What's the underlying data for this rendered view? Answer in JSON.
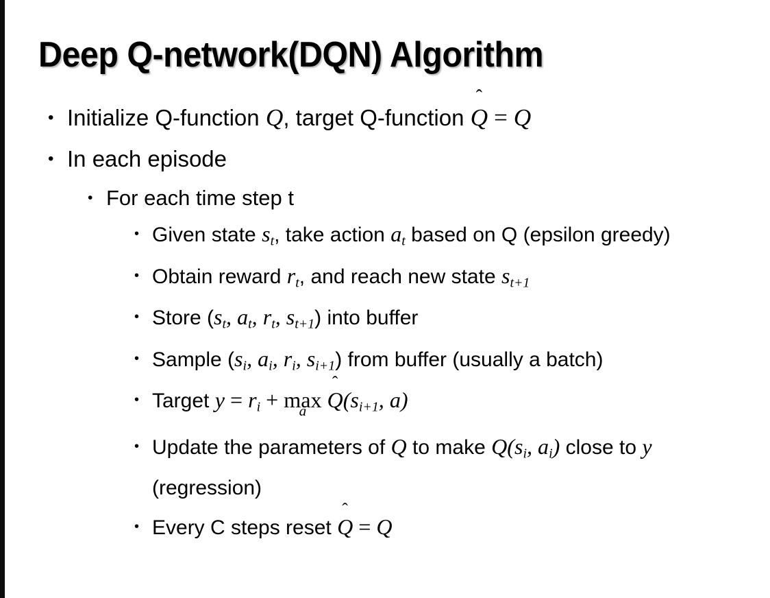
{
  "slide": {
    "title": "Deep Q-network(DQN) Algorithm",
    "background_color": "#ffffff",
    "text_color": "#000000",
    "edge_band_color": "#0d0d0d"
  },
  "bullet_markers": {
    "level1": "•",
    "level2": "•",
    "level3": "•"
  },
  "content": {
    "initialize": {
      "text_before": "Initialize Q-function ",
      "q_symbol": "Q",
      "text_middle": ", target Q-function ",
      "q_hat_symbol": "Q",
      "hat_glyph": "̂",
      "equals": "=",
      "q_symbol_2": "Q"
    },
    "in_each_episode": "In each episode",
    "for_each_time_step": "For each time step t",
    "given_state": {
      "part1": "Given state ",
      "s_var": "s",
      "s_sub": "t",
      "part2": ", take action ",
      "a_var": "a",
      "a_sub": "t",
      "part3": " based on Q (epsilon greedy)"
    },
    "obtain_reward": {
      "part1": "Obtain reward ",
      "r_var": "r",
      "r_sub": "t",
      "part2": ", and reach new state ",
      "s_var": "s",
      "s_sub": "t+1"
    },
    "store": {
      "part1": "Store (",
      "s_var": "s",
      "s_sub": "t",
      "comma1": ", ",
      "a_var": "a",
      "a_sub": "t",
      "comma2": ", ",
      "r_var": "r",
      "r_sub": "t",
      "comma3": ", ",
      "s2_var": "s",
      "s2_sub": "t+1",
      "part2": ") into buffer"
    },
    "sample": {
      "part1": "Sample (",
      "s_var": "s",
      "s_sub": "i",
      "comma1": ", ",
      "a_var": "a",
      "a_sub": "i",
      "comma2": ", ",
      "r_var": "r",
      "r_sub": "i",
      "comma3": ", ",
      "s2_var": "s",
      "s2_sub": "i+1",
      "part2": ") from buffer (usually a batch)"
    },
    "target": {
      "part1": "Target ",
      "y_var": "y",
      "equals": "=",
      "r_var": "r",
      "r_sub": "i",
      "plus": "+",
      "max_label": "max",
      "max_under": "a",
      "q_hat_symbol": "Q",
      "hat_glyph": "̂",
      "open_paren": "(",
      "s_var": "s",
      "s_sub": "i+1",
      "comma": ", ",
      "a_var": "a",
      "close_paren": ")"
    },
    "update": {
      "part1": "Update the parameters of ",
      "q_var": "Q",
      "part2": " to make ",
      "q_var2": "Q",
      "open_paren": "(",
      "s_var": "s",
      "s_sub": "i",
      "comma": ", ",
      "a_var": "a",
      "a_sub": "i",
      "close_paren": ")",
      "part3": " close to ",
      "y_var": "y",
      "part4": " (regression)"
    },
    "every_c_steps": {
      "part1": "Every C steps reset ",
      "q_hat_symbol": "Q",
      "hat_glyph": "̂",
      "equals": "=",
      "q_symbol": "Q"
    }
  }
}
